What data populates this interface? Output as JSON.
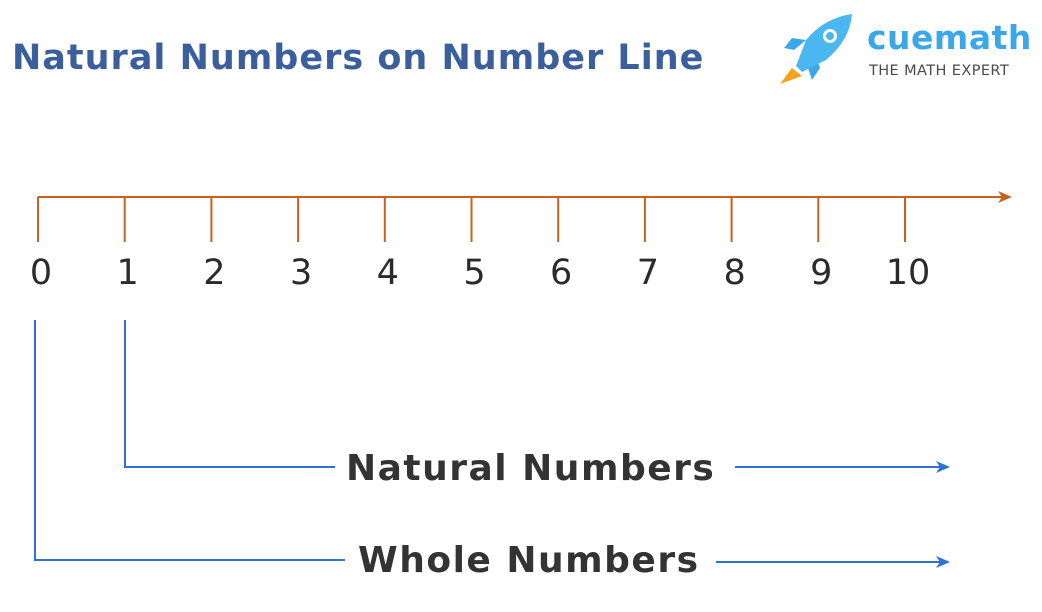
{
  "title": "Natural Numbers on Number Line",
  "logo": {
    "brand": "cuemath",
    "tagline": "THE MATH EXPERT",
    "icon": "rocket-icon"
  },
  "number_line": {
    "ticks": [
      "0",
      "1",
      "2",
      "3",
      "4",
      "5",
      "6",
      "7",
      "8",
      "9",
      "10"
    ],
    "color": "#c8611f"
  },
  "ranges": [
    {
      "label": "Natural Numbers",
      "starts_at": "1"
    },
    {
      "label": "Whole Numbers",
      "starts_at": "0"
    }
  ],
  "colors": {
    "title": "#3b5f9d",
    "bracket": "#2f6fd6",
    "axis": "#c8611f",
    "brand": "#3aa8e8"
  }
}
